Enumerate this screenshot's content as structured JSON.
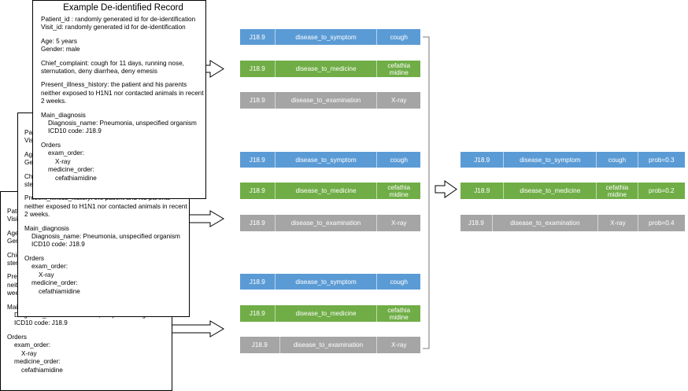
{
  "main_record": {
    "title": "Example De-identified Record",
    "patient_id": "Patient_id : randomly generated id for de-identification",
    "visit_id": "Visit_id:  randomly generated id for de-identification",
    "age": "Age: 5 years",
    "gender": "Gender: male",
    "chief_complaint_1": "Chief_complaint: cough for 11 days, running nose,",
    "chief_complaint_2": "sternutation, deny diarrhea, deny emesis",
    "present_illness_1": "Present_illness_history: the patient and his parents",
    "present_illness_2": "neither exposed to H1N1 nor contacted animals in recent",
    "present_illness_3": "2 weeks.",
    "main_diagnosis": "Main_diagnosis",
    "diagnosis_name": "Diagnosis_name: Pneumonia, unspecified organism",
    "icd10": "ICD10 code: J18.9",
    "orders": "Orders",
    "exam_order": "exam_order:",
    "xray": "X-ray",
    "medicine_order": "medicine_order:",
    "cefathiamidine": "cefathiamidine"
  },
  "stack_cards": {
    "patient_prefix": "Patie",
    "visit_prefix": "Visit",
    "age_prefix": "Age",
    "gender_prefix": "Gen",
    "chief_prefix": "Chie",
    "chief2_prefix": "ster",
    "present_prefix": "Pres",
    "present2_prefix": "neit",
    "present3_prefix": "wee"
  },
  "triples": {
    "disease_code": "J18.9",
    "symptom_relation": "disease_to_symptom",
    "symptom": "cough",
    "medicine_relation": "disease_to_medicine",
    "medicine_1": "cefathia",
    "medicine_2": "midine",
    "exam_relation": "disease_to_examination",
    "exam": "X-ray"
  },
  "aggregated": {
    "prob_symptom": "prob=0.3",
    "prob_medicine": "prob=0.2",
    "prob_exam": "prob=0.4"
  },
  "colors": {
    "symptom": "#5b9bd5",
    "medicine": "#70ad47",
    "examination": "#a5a5a5"
  }
}
